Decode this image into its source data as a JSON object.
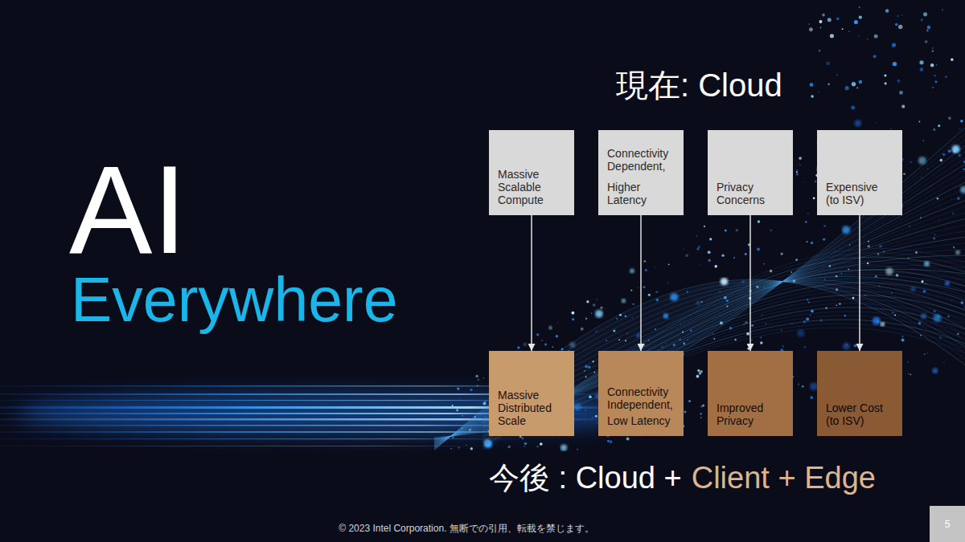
{
  "diagram": {
    "nodes": [
      {
        "text": [
          "Massive Scalable Compute"
        ]
      },
      {
        "text": [
          "Connectivity Dependent,",
          "Higher Latency"
        ]
      },
      {
        "text": [
          "Privacy Concerns"
        ]
      },
      {
        "text": [
          "Expensive (to ISV)"
        ]
      },
      {
        "text": [
          "Massive Distributed Scale"
        ]
      },
      {
        "text": [
          "Connectivity Independent,",
          "Low Latency"
        ]
      },
      {
        "text": [
          "Improved Privacy"
        ]
      },
      {
        "text": [
          "Lower Cost (to ISV)"
        ]
      },
      {
        "text": [
          "5"
        ]
      }
    ],
    "edges": [
      {
        "from": 0,
        "to": 4,
        "arrow": "to"
      },
      {
        "from": 1,
        "to": 5,
        "arrow": "to"
      },
      {
        "from": 2,
        "to": 6,
        "arrow": "to"
      },
      {
        "from": 3,
        "to": 7,
        "arrow": "to"
      }
    ],
    "labels": [
      "現在: Cloud",
      "今後 : Cloud +",
      "Client + Edge",
      "AI",
      "Everywhere",
      "© 2023 Intel Corporation. 無断での引用、転載を禁じます。"
    ]
  }
}
